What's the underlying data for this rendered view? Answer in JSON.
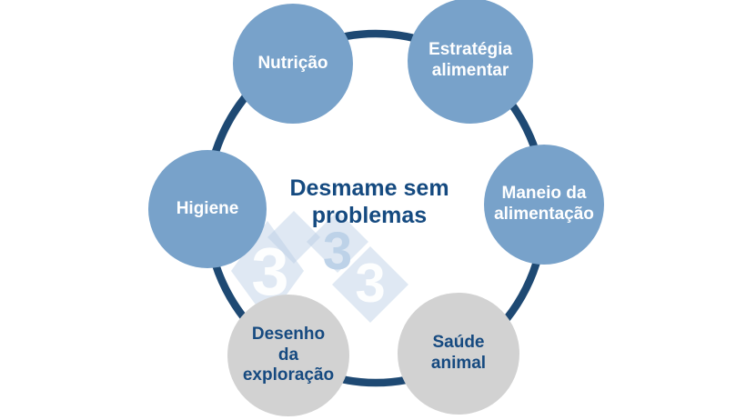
{
  "diagram": {
    "title": "Desmame sem\nproblemas",
    "nodes": [
      {
        "label": "Nutrição",
        "style": "blue"
      },
      {
        "label": "Estratégia\nalimentar",
        "style": "blue"
      },
      {
        "label": "Maneio da\nalimentação",
        "style": "blue"
      },
      {
        "label": "Saúde\nanimal",
        "style": "gray"
      },
      {
        "label": "Desenho\nda\nexploração",
        "style": "gray"
      },
      {
        "label": "Higiene",
        "style": "blue"
      }
    ]
  },
  "watermark": {
    "digits": [
      "3",
      "3",
      "3"
    ]
  },
  "colors": {
    "node_blue": "#78a2ca",
    "node_gray": "#d2d2d2",
    "ring": "#1e4973",
    "title_text": "#154a80",
    "node_text_light": "#ffffff",
    "node_text_dark": "#164a80",
    "watermark_fill": "#b7cde4",
    "watermark_digit_light": "#ffffff",
    "watermark_digit_blue": "#bdd2e8"
  }
}
